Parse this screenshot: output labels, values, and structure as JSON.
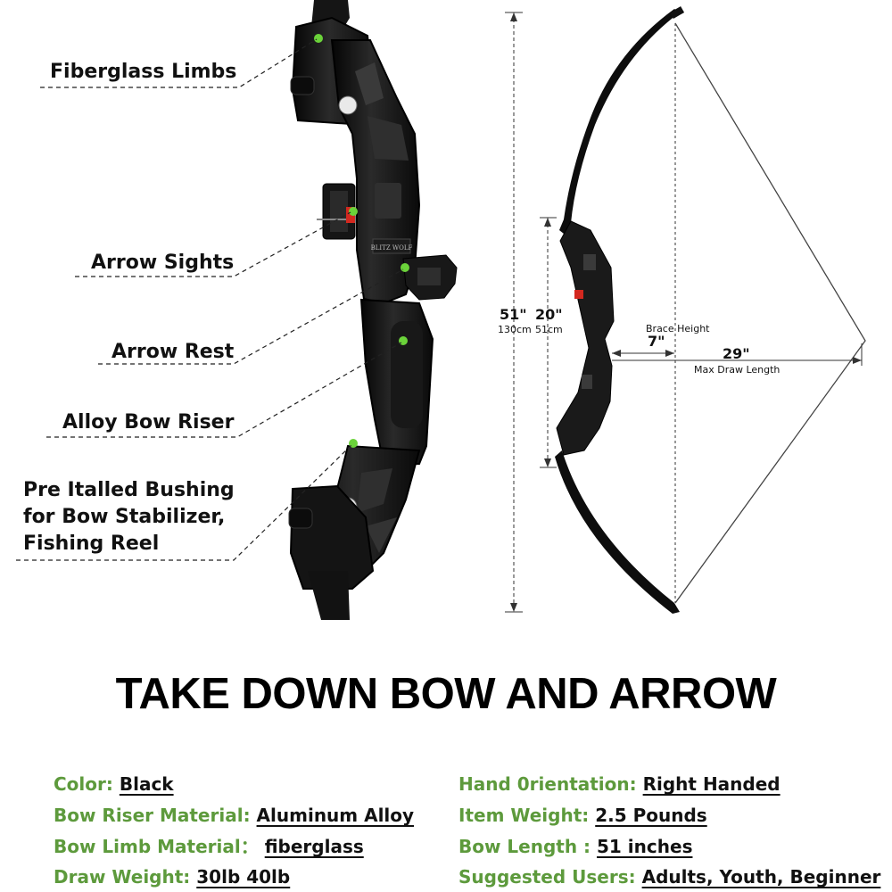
{
  "callouts": {
    "limbs": "Fiberglass Limbs",
    "sights": "Arrow Sights",
    "rest": "Arrow Rest",
    "riser": "Alloy Bow Riser",
    "bushing_1": "Pre Italled Bushing",
    "bushing_2": "for Bow Stabilizer,",
    "bushing_3": "Fishing Reel"
  },
  "riser_brand": "BLITZ WOLF",
  "dimensions": {
    "bow_length_in": "51\"",
    "bow_length_cm": "130cm",
    "riser_length_in": "20\"",
    "riser_length_cm": "51cm",
    "brace_height_label": "Brace Height",
    "brace_height_value": "7\"",
    "draw_value": "29\"",
    "draw_label": "Max Draw Length"
  },
  "headline": "TAKE DOWN BOW AND ARROW",
  "specs": {
    "color": {
      "key": "Color:",
      "value": "Black"
    },
    "riser_material": {
      "key": "Bow Riser Material:",
      "value": "Aluminum Alloy"
    },
    "limb_material": {
      "key": "Bow Limb Material：",
      "value": "fiberglass"
    },
    "draw_weight": {
      "key": "Draw Weight:",
      "value": "30lb 40lb"
    },
    "hand_orientation": {
      "key": "Hand 0rientation:",
      "value": "Right Handed"
    },
    "item_weight": {
      "key": "Item Weight:",
      "value": "2.5 Pounds"
    },
    "bow_length": {
      "key": "Bow Length :",
      "value": "51 inches"
    },
    "suggested_users": {
      "key": "Suggested Users:",
      "value": "Adults, Youth, Beginner"
    }
  },
  "colors": {
    "spec_key": "#5d9a3c",
    "marker_green": "#6bd33a",
    "bow_black": "#111111"
  }
}
